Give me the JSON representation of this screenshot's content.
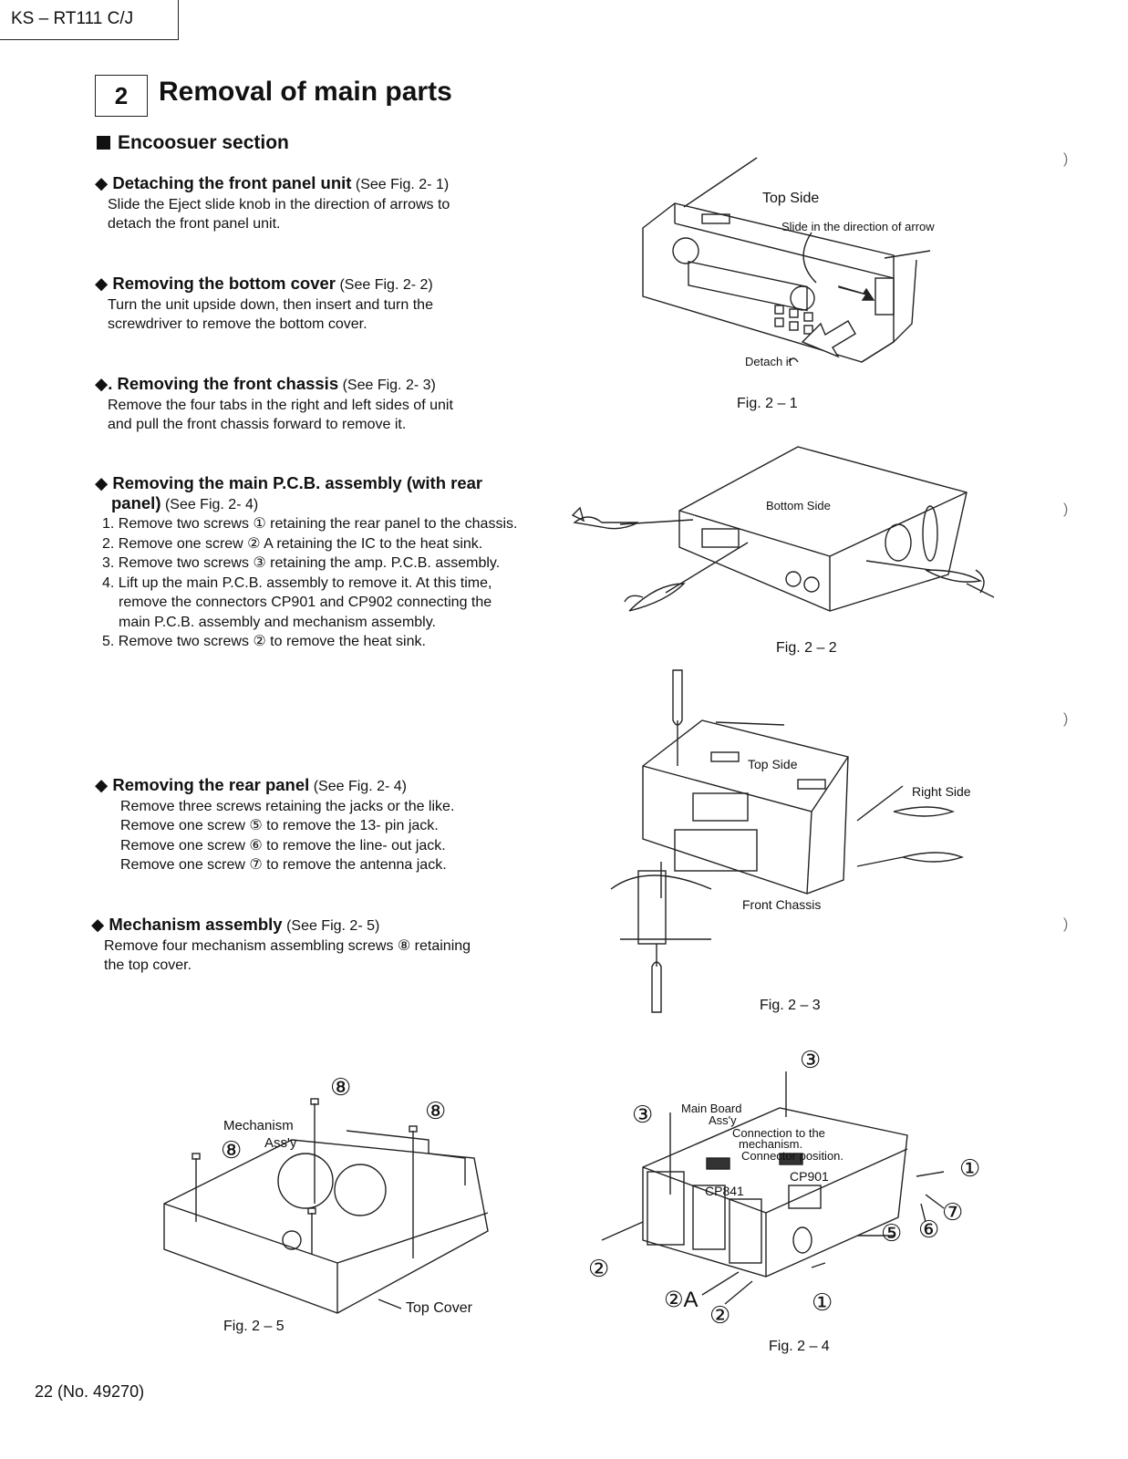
{
  "header": {
    "model": "KS – RT111 C/J"
  },
  "section": {
    "number": "2",
    "title": "Removal of main  parts"
  },
  "subsection": "Encoosuer section",
  "steps": {
    "front_panel": {
      "heading": "◆ Detaching the front panel unit",
      "ref": "(See Fig. 2- 1)",
      "line1": "Slide the Eject slide knob in the direction of arrows to",
      "line2": "detach the front panel unit."
    },
    "bottom_cover": {
      "heading": "◆ Removing the bottom cover",
      "ref": "(See Fig. 2- 2)",
      "line1": "Turn the unit upside down, then insert and turn the",
      "line2": "screwdriver to remove the bottom cover."
    },
    "front_chassis": {
      "heading": "◆. Removing the front chassis",
      "ref": "(See Fig. 2- 3)",
      "line1": "Remove the four tabs in the right and left sides of unit",
      "line2": "and pull the front chassis forward to remove it."
    },
    "main_pcb": {
      "heading": "◆ Removing the main P.C.B. assembly (with rear",
      "heading2": "panel)",
      "ref": "(See Fig.  2- 4)",
      "items": [
        "1. Remove two screws ① retaining the rear panel to the chassis.",
        "2. Remove one screw ② A retaining the IC to the heat sink.",
        "3. Remove two screws ③ retaining the amp. P.C.B. assembly.",
        "4. Lift up the main P.C.B. assembly to remove it. At this time, remove the connectors CP901 and CP902 connecting the main P.C.B. assembly and mechanism assembly.",
        "5. Remove two screws ② to remove the heat sink."
      ]
    },
    "rear_panel": {
      "heading": "◆ Removing the rear panel",
      "ref": "(See Fig. 2- 4)",
      "lines": [
        "Remove three screws retaining the jacks or the like.",
        "Remove one screw ⑤ to remove the 13- pin jack.",
        "Remove one screw ⑥ to remove the line- out jack.",
        "Remove one screw ⑦ to remove the antenna jack."
      ]
    },
    "mechanism": {
      "heading": "◆ Mechanism assembly",
      "ref": "(See Fig. 2- 5)",
      "line1": "Remove four mechanism assembling screws ⑧ retaining",
      "line2": "the top  cover."
    }
  },
  "figures": {
    "fig1": {
      "caption": "Fig. 2 – 1",
      "top_side": "Top  Side",
      "slide": "Slide in the direction of arrow",
      "detach": "Detach it"
    },
    "fig2": {
      "caption": "Fig. 2 – 2",
      "bottom_side": "Bottom Side"
    },
    "fig3": {
      "caption": "Fig. 2 – 3",
      "top_side": "Top  Side",
      "right_side": "Right Side",
      "front_chassis": "Front Chassis"
    },
    "fig4": {
      "caption": "Fig. 2 – 4",
      "main_board": "Main Board",
      "assy": "Ass'y",
      "conn1": "Connection to the",
      "conn2": "mechanism.",
      "conn3": "Connector position.",
      "cp901": "CP901",
      "cp841": "CP841",
      "n1": "①",
      "n2": "②",
      "n3": "③",
      "n5": "⑤",
      "n6": "⑥",
      "n7": "⑦",
      "n2a": "②A"
    },
    "fig5": {
      "caption": "Fig. 2 – 5",
      "mech1": "Mechanism",
      "mech2": "Ass'y",
      "top_cover": "Top  Cover",
      "n8": "⑧"
    }
  },
  "footer": "22  (No. 49270)"
}
